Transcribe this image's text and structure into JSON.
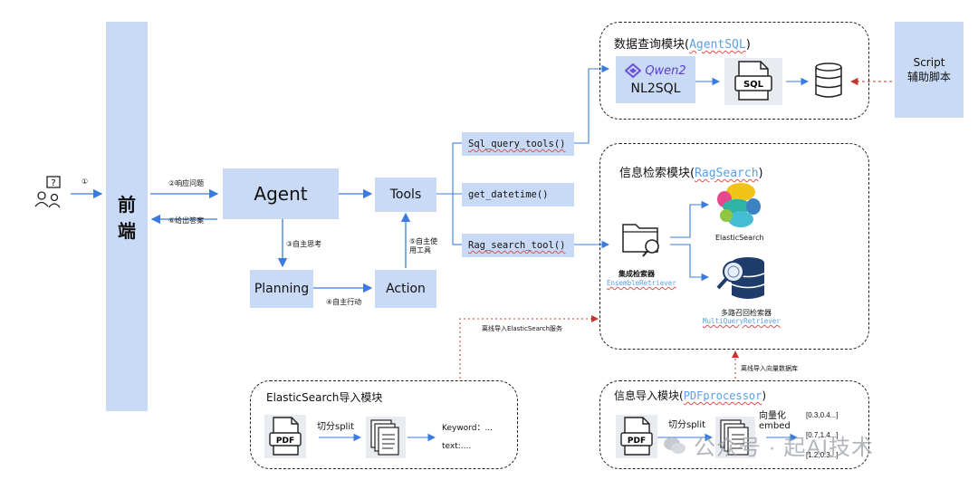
{
  "frontend": {
    "label_1": "前",
    "label_2": "端"
  },
  "agent": {
    "label": "Agent"
  },
  "tools": {
    "label": "Tools"
  },
  "planning": {
    "label": "Planning"
  },
  "action": {
    "label": "Action"
  },
  "tool_items": [
    {
      "label": "Sql_query_tools()"
    },
    {
      "label": "get_datetime()"
    },
    {
      "label": "Rag_search_tool()"
    }
  ],
  "steps": {
    "s1": "①",
    "s2": "②响应问题",
    "s6": "⑥给出答案",
    "s3": "③自主思考",
    "s5_line1": "⑤自主使",
    "s5_line2": "用工具",
    "s4": "④自主行动"
  },
  "sql_module": {
    "title_prefix": "数据查询模块(",
    "title_accent": "AgentSQL",
    "title_suffix": ")",
    "model_brand": "Qwen2",
    "model_label": "NL2SQL",
    "sql_icon_text": "SQL"
  },
  "script_box": {
    "line1": "Script",
    "line2": "辅助脚本"
  },
  "rag_module": {
    "title_prefix": "信息检索模块(",
    "title_accent": "RagSearch",
    "title_suffix": ")",
    "ensemble_label": "集成检索器",
    "ensemble_class": "EnsembleRetriever",
    "es_label": "ElasticSearch",
    "multi_label": "多路召回检索器",
    "multi_class": "MultiQueryRetriever"
  },
  "offline_es": "离线导入ElasticSearch服务",
  "offline_vec": "离线导入向量数据库",
  "es_import": {
    "title": "ElasticSearch导入模块",
    "pdf": "PDF",
    "split": "切分split",
    "keyword": "Keyword：...",
    "text": "text:...."
  },
  "pdf_import": {
    "title_prefix": "信息导入模块(",
    "title_accent": "PDFprocessor",
    "title_suffix": ")",
    "pdf": "PDF",
    "split": "切分split",
    "vectorize_1": "向量化",
    "vectorize_2": "embed",
    "vec1": "[0.3,0.4...]",
    "vec2": "[0.7,1.4...]",
    "vec3": "[1.2,0.3...]"
  },
  "watermark": {
    "text": "公众号 · 起AI技术"
  },
  "colors": {
    "box_fill": "#c8daf5",
    "arrow": "#3a7be0",
    "dashed_red": "#c0392b",
    "accent": "#5aa0e6"
  }
}
